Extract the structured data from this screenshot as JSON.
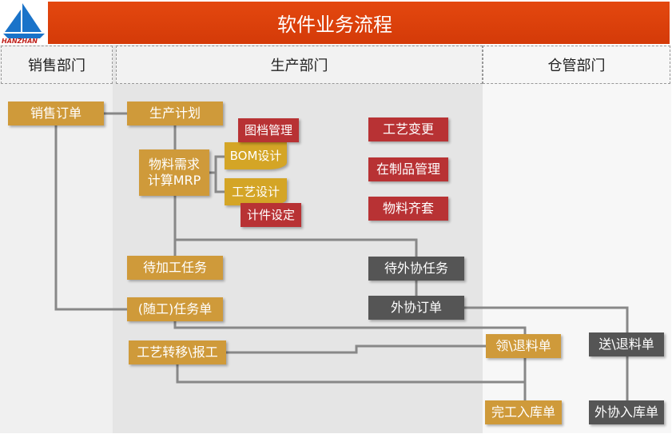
{
  "logo": {
    "text": "HANZHAN"
  },
  "title": "软件业务流程",
  "colors": {
    "header": "#d93d0a",
    "tan": "#cf9a3a",
    "red": "#b83234",
    "dark": "#555555",
    "yellow": "#d4a526"
  },
  "departments": [
    "销售部门",
    "生产部门",
    "仓管部门"
  ],
  "nodes": {
    "sales_order": "销售订单",
    "production_plan": "生产计划",
    "mrp": "物料需求\n计算MRP",
    "drawing_mgmt": "图档管理",
    "bom_design": "BOM设计",
    "process_design": "工艺设计",
    "piece_setting": "计件设定",
    "process_change": "工艺变更",
    "wip_mgmt": "在制品管理",
    "material_kit": "物料齐套",
    "pending_task": "待加工任务",
    "pending_outsource": "待外协任务",
    "job_ticket": "(随工)任务单",
    "outsource_order": "外协订单",
    "transfer_report": "工艺转移\\报工",
    "issue_return": "领\\退料单",
    "send_return": "送\\退料单",
    "finished_receipt": "完工入库单",
    "outsource_receipt": "外协入库单"
  }
}
